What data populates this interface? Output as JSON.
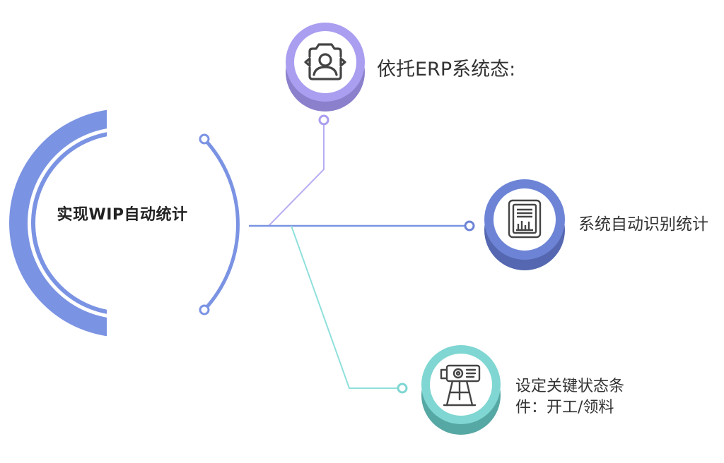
{
  "center": {
    "title": "实现WIP自动统计",
    "color": "#7b93e3"
  },
  "nodes": [
    {
      "id": "node1",
      "label": "依托ERP系统态:",
      "icon": "person-photo-icon",
      "color": "#a99ef0",
      "color_dark": "#8a80cc"
    },
    {
      "id": "node2",
      "label": "系统自动识别统计",
      "icon": "report-chart-icon",
      "color": "#6d84d6",
      "color_dark": "#5467b0"
    },
    {
      "id": "node3",
      "label_line1": "设定关键状态条",
      "label_line2": "件：开工/领料",
      "icon": "machine-icon",
      "color": "#7fd6d2",
      "color_dark": "#56a8a4"
    }
  ]
}
